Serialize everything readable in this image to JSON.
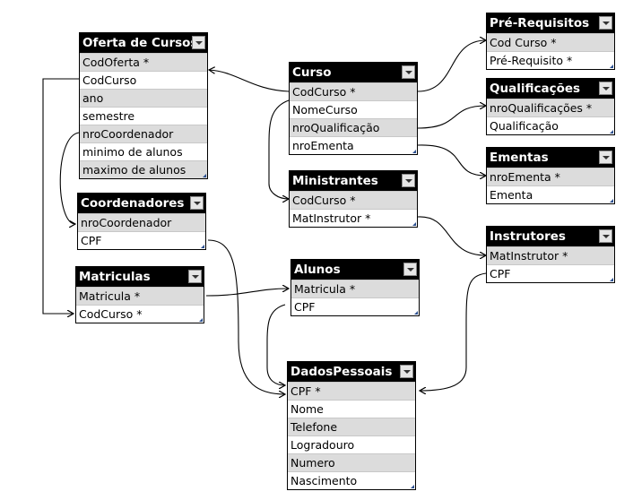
{
  "tables": {
    "oferta": {
      "title": "Oferta de Cursos",
      "rows": [
        "CodOferta *",
        "CodCurso",
        "ano",
        "semestre",
        "nroCoordenador",
        "minimo de alunos",
        "maximo de alunos"
      ]
    },
    "curso": {
      "title": "Curso",
      "rows": [
        "CodCurso *",
        "NomeCurso",
        "nroQualificação",
        "nroEmenta"
      ]
    },
    "prereq": {
      "title": "Pré-Requisitos",
      "rows": [
        "Cod Curso *",
        "Pré-Requisito *"
      ]
    },
    "qualif": {
      "title": "Qualificações",
      "rows": [
        "nroQualificações *",
        "Qualificação"
      ]
    },
    "ementas": {
      "title": "Ementas",
      "rows": [
        "nroEmenta *",
        "Ementa"
      ]
    },
    "ministrantes": {
      "title": "Ministrantes",
      "rows": [
        "CodCurso *",
        "MatInstrutor *"
      ]
    },
    "coord": {
      "title": "Coordenadores",
      "rows": [
        "nroCoordenador",
        "CPF"
      ]
    },
    "instrutores": {
      "title": "Instrutores",
      "rows": [
        "MatInstrutor *",
        "CPF"
      ]
    },
    "matriculas": {
      "title": "Matriculas",
      "rows": [
        "Matricula *",
        "CodCurso *"
      ]
    },
    "alunos": {
      "title": "Alunos",
      "rows": [
        "Matricula *",
        "CPF"
      ]
    },
    "dados": {
      "title": "DadosPessoais",
      "rows": [
        "CPF *",
        "Nome",
        "Telefone",
        "Logradouro",
        "Numero",
        "Nascimento"
      ]
    }
  },
  "colors": {
    "header_bg": "#000000",
    "header_text": "#ffffff",
    "row_shade": "#dcdcdc",
    "connector": "#000000"
  }
}
